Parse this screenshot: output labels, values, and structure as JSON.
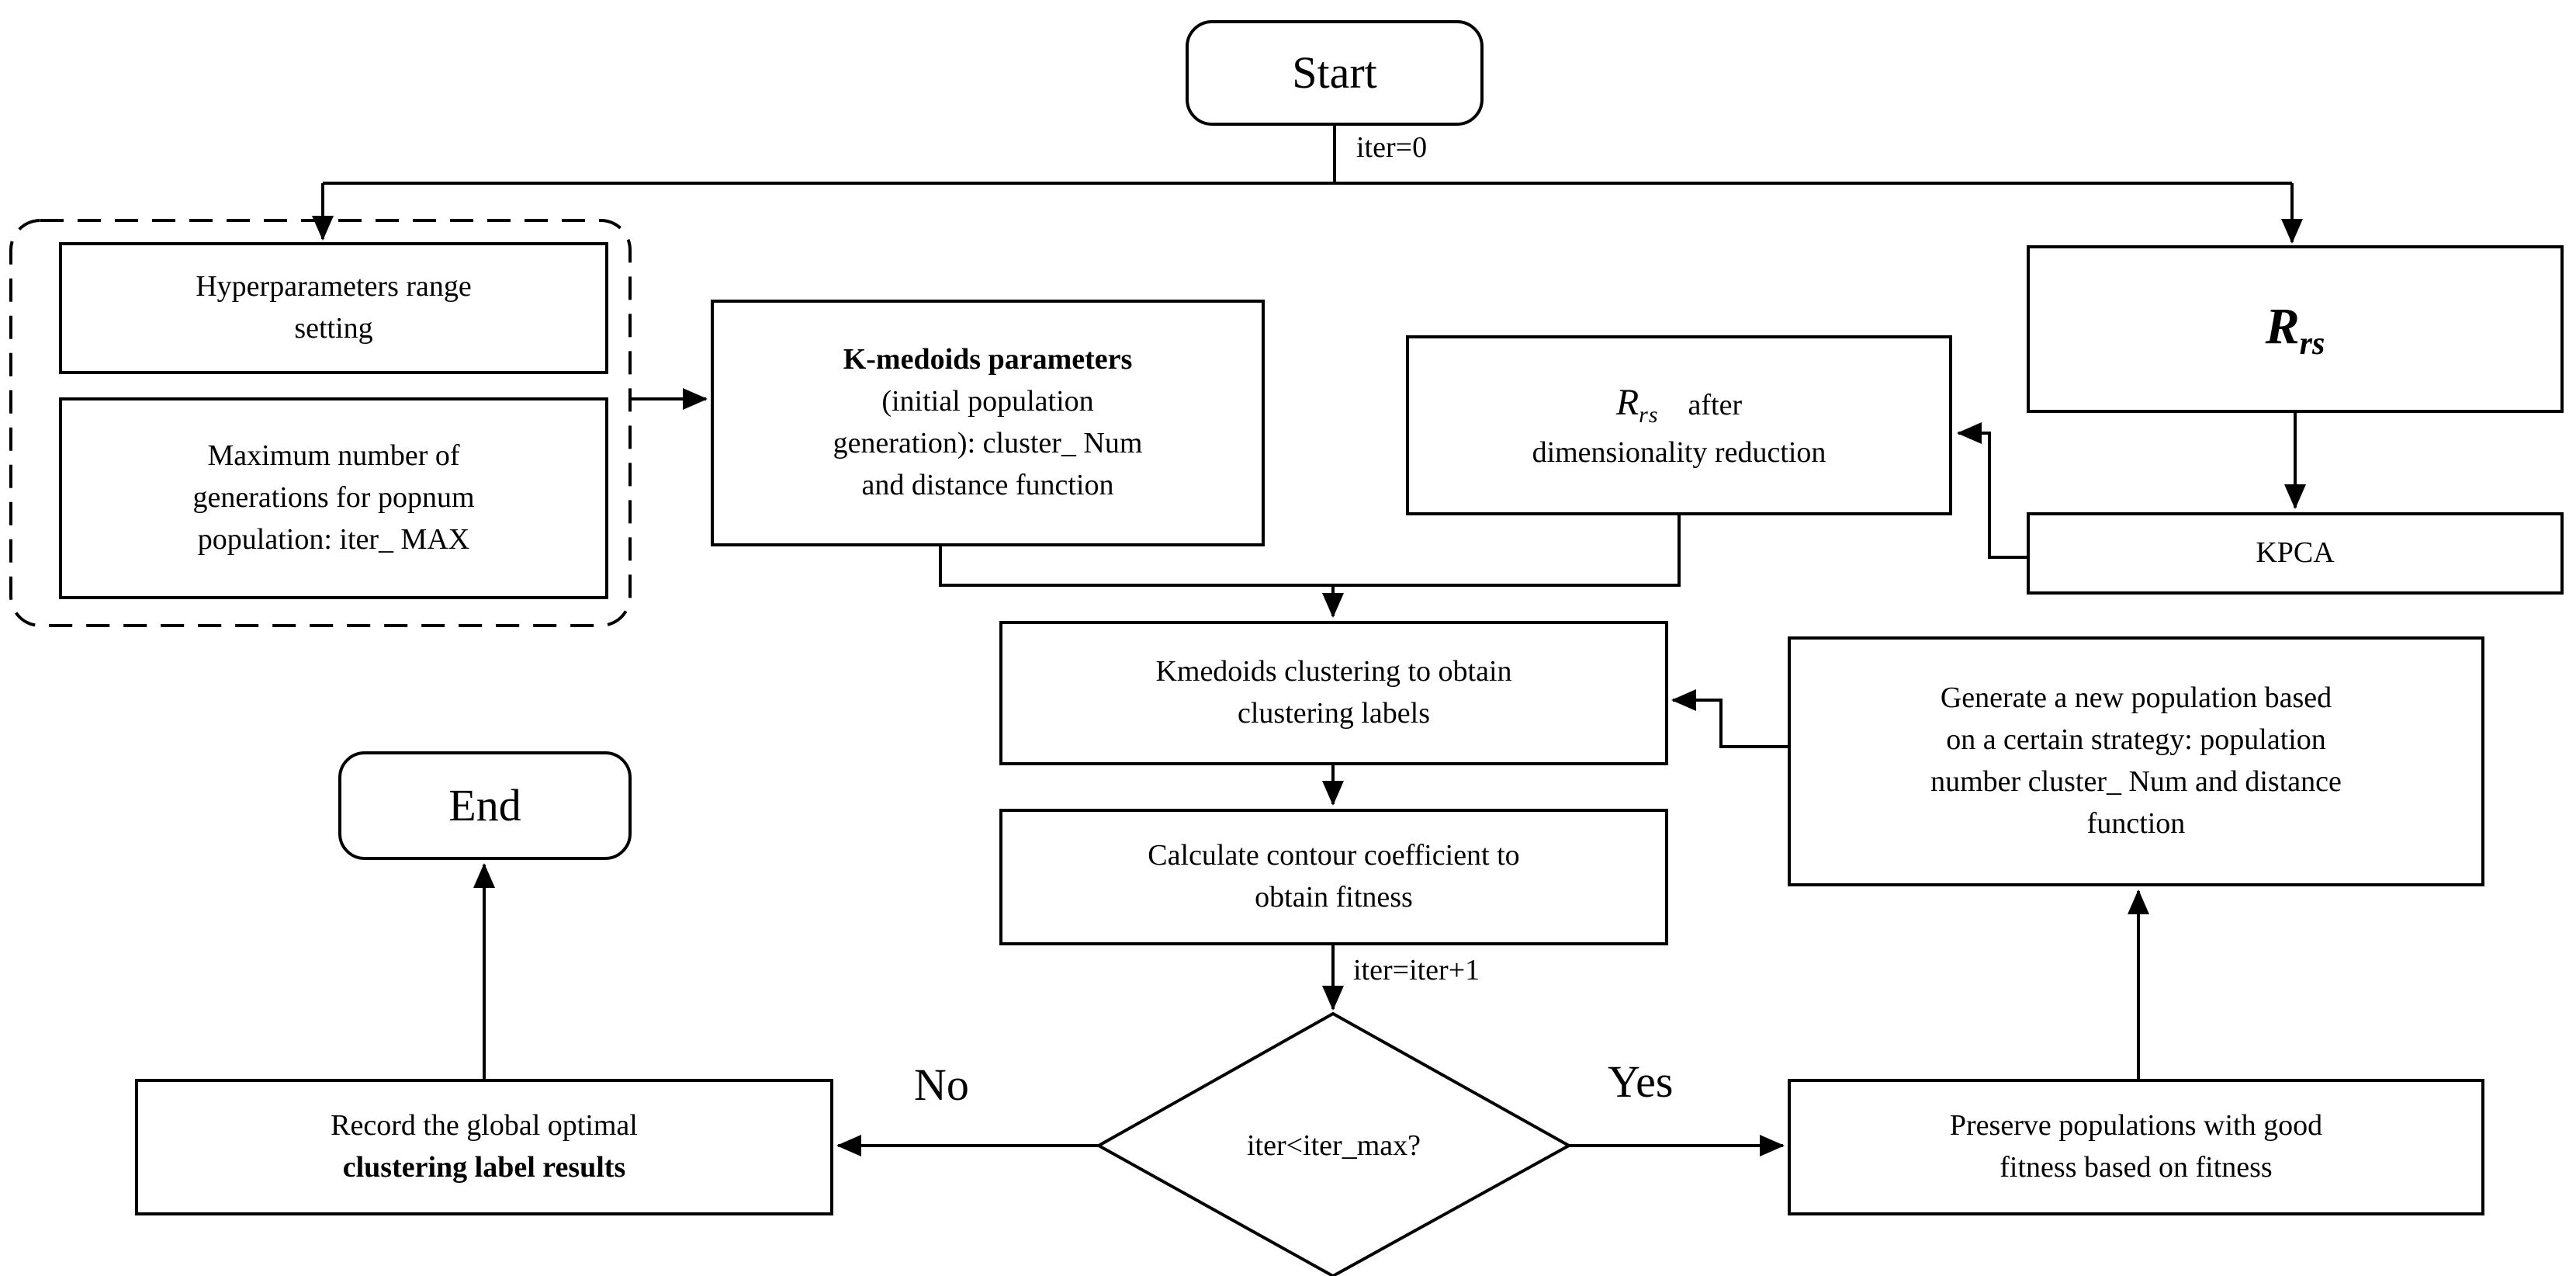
{
  "canvas": {
    "background_color": "#ffffff",
    "stroke_color": "#000000"
  },
  "flowchart": {
    "start_label": "Start",
    "end_label": "End",
    "edge_labels": {
      "iter_init": "iter=0",
      "iter_increment": "iter=iter+1",
      "decision_no": "No",
      "decision_yes": "Yes"
    },
    "nodes": {
      "hyperparameters": {
        "lines": [
          "Hyperparameters range",
          "setting"
        ]
      },
      "max_generations": {
        "lines": [
          "Maximum number of",
          "generations for popnum",
          "population: iter_ MAX"
        ]
      },
      "kmedoids_params": {
        "title": "K-medoids parameters",
        "lines": [
          "(initial population",
          "generation): cluster_ Num",
          "and distance function"
        ]
      },
      "rrs_after": {
        "symbol": "R",
        "subscript": "rs",
        "suffix": "after",
        "line2": "dimensionality reduction"
      },
      "rrs": {
        "symbol": "R",
        "subscript": "rs"
      },
      "kpca": {
        "label": "KPCA"
      },
      "clustering": {
        "lines": [
          "Kmedoids clustering to obtain",
          "clustering labels"
        ]
      },
      "contour_fitness": {
        "lines": [
          "Calculate contour coefficient to",
          "obtain fitness"
        ]
      },
      "generate_population": {
        "lines": [
          "Generate a new population based",
          "on a certain strategy: population",
          "number cluster_ Num and distance",
          "function"
        ]
      },
      "decision": {
        "label": "iter<iter_max?"
      },
      "record_optimal": {
        "line1": "Record the global optimal",
        "line2_bold": "clustering label results"
      },
      "preserve": {
        "lines": [
          "Preserve populations with good",
          "fitness based on fitness"
        ]
      }
    }
  }
}
